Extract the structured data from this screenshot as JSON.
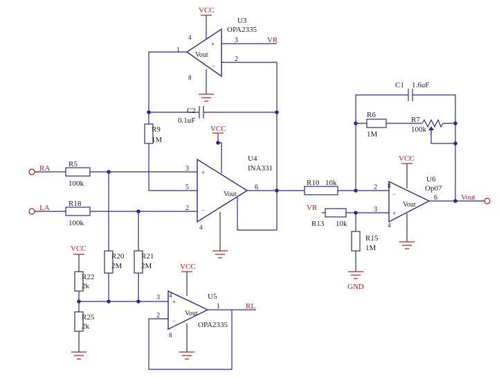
{
  "colors": {
    "wire": "#2b2b8a",
    "net_label": "#b02020",
    "text": "#1a1a1a"
  },
  "net_labels": {
    "vcc": "VCC",
    "vr": "VR",
    "gnd": "GND",
    "ra": "RA",
    "la": "LA",
    "rl": "RL",
    "vout": "Vout"
  },
  "amps": {
    "u3": {
      "ref": "U3",
      "part": "OPA2335",
      "body": "Vout",
      "pins": {
        "out": "1",
        "in_plus": "3",
        "in_minus": "2",
        "v_plus": "4",
        "v_minus": "8"
      }
    },
    "u4": {
      "ref": "U4",
      "part": "INA331",
      "body": "Vout",
      "pins": {
        "out": "6",
        "in_plus": "3",
        "ref": "5",
        "in_minus": "2",
        "v_minus": "4"
      }
    },
    "u5": {
      "ref": "U5",
      "part": "OPA2335",
      "body": "Vout",
      "pins": {
        "out": "1",
        "in_plus": "3",
        "in_minus": "2",
        "v_plus": "4",
        "v_minus": "8"
      }
    },
    "u6": {
      "ref": "U6",
      "part": "Op07",
      "body": "Vout",
      "pins": {
        "out": "6",
        "in_minus": "2",
        "in_plus": "3",
        "v_plus": "8",
        "v_minus": "4"
      }
    }
  },
  "resistors": {
    "r5": {
      "ref": "R5",
      "value": "100k"
    },
    "r18": {
      "ref": "R18",
      "value": "100k"
    },
    "r9": {
      "ref": "R9",
      "value": "1M"
    },
    "r20": {
      "ref": "R20",
      "value": "2M"
    },
    "r21": {
      "ref": "R21",
      "value": "2M"
    },
    "r22": {
      "ref": "R22",
      "value": "2k"
    },
    "r25": {
      "ref": "R25",
      "value": "2k"
    },
    "r10": {
      "ref": "R10",
      "value": "10k"
    },
    "r13": {
      "ref": "R13",
      "value": "10k"
    },
    "r15": {
      "ref": "R15",
      "value": "1M"
    },
    "r6": {
      "ref": "R6",
      "value": "1M"
    },
    "r7": {
      "ref": "R7",
      "value": "100k"
    }
  },
  "capacitors": {
    "c1": {
      "ref": "C1",
      "value": "1.6uF"
    },
    "c2": {
      "ref": "C2",
      "value": "0.1uF"
    }
  }
}
